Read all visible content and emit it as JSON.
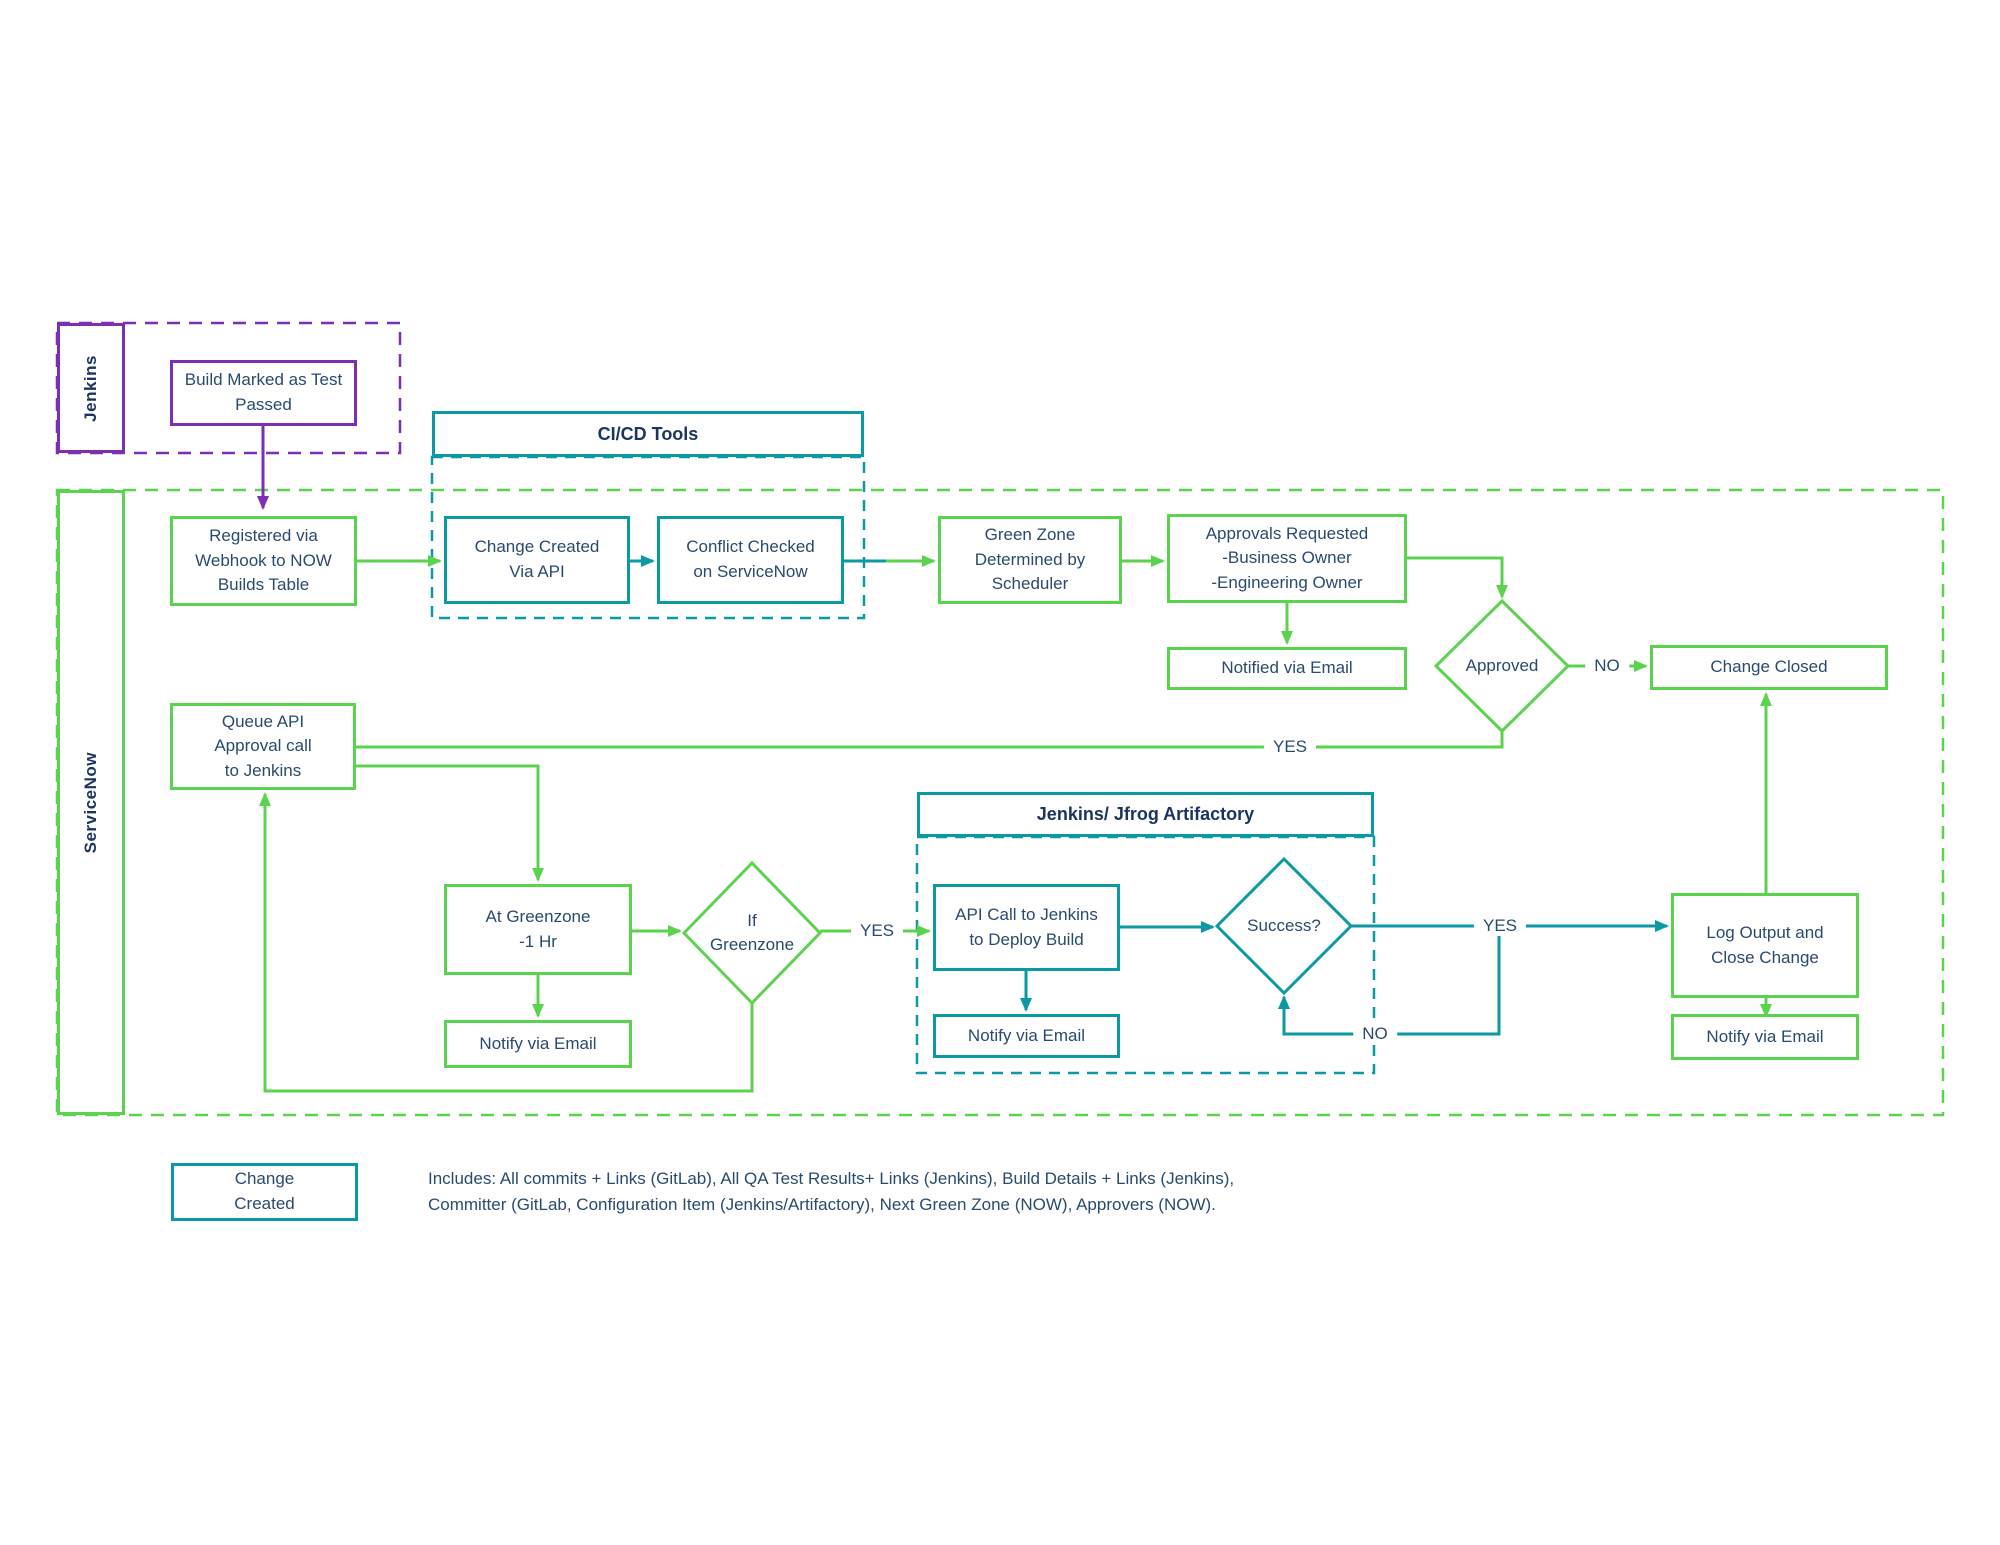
{
  "colors": {
    "purple": "#7B2FB4",
    "green": "#5CD34F",
    "teal": "#0B99A4",
    "navy_text": "#2A4A6E",
    "navy_bold_text": "#1C3560",
    "background": "#FFFFFF"
  },
  "lanes": {
    "jenkins": {
      "label": "Jenkins"
    },
    "servicenow": {
      "label": "ServiceNow"
    }
  },
  "containers": {
    "cicd_tools": {
      "title": "CI/CD Tools"
    },
    "jenkins_jfrog": {
      "title": "Jenkins/ Jfrog Artifactory"
    }
  },
  "nodes": {
    "build_marked": "Build Marked as Test\nPassed",
    "registered": "Registered via\nWebhook to NOW\nBuilds Table",
    "change_created": "Change Created\nVia API",
    "conflict_checked": "Conflict Checked\non ServiceNow",
    "green_zone": "Green Zone\nDetermined by\nScheduler",
    "approvals": "Approvals Requested\n-Business Owner\n-Engineering Owner",
    "notified_email": "Notified via Email",
    "approved": "Approved",
    "change_closed": "Change Closed",
    "queue_api": "Queue API\nApproval call\nto Jenkins",
    "at_greenzone": "At Greenzone\n-1 Hr",
    "notify_email_greenzone": "Notify via Email",
    "if_greenzone": "If\nGreenzone",
    "api_call": "API Call to Jenkins\nto Deploy Build",
    "notify_email_deploy": "Notify via Email",
    "success": "Success?",
    "log_output": "Log Output and\nClose Change",
    "notify_email_close": "Notify via Email"
  },
  "edge_labels": {
    "approved_no": "NO",
    "approved_yes": "YES",
    "greenzone_yes": "YES",
    "success_yes": "YES",
    "success_no": "NO"
  },
  "legend": {
    "box_label": "Change\nCreated",
    "line1": "Includes: All commits + Links (GitLab), All QA Test Results+ Links (Jenkins), Build Details + Links (Jenkins),",
    "line2": "Committer (GitLab, Configuration Item (Jenkins/Artifactory), Next Green Zone (NOW), Approvers (NOW)."
  }
}
